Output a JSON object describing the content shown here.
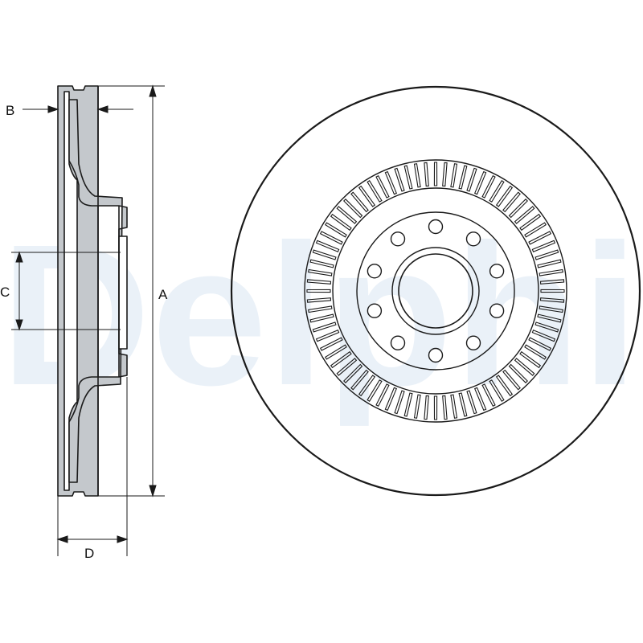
{
  "watermark": {
    "text": "Delphi",
    "color": "#eaf1f8"
  },
  "dimensions": {
    "A": "A",
    "B": "B",
    "C": "C",
    "D": "D"
  },
  "colors": {
    "outline": "#1a1a1a",
    "section_fill": "#c4c8cc",
    "disc_fill": "#ffffff"
  },
  "disc": {
    "stud_holes": 10,
    "vent_slots": 80
  }
}
